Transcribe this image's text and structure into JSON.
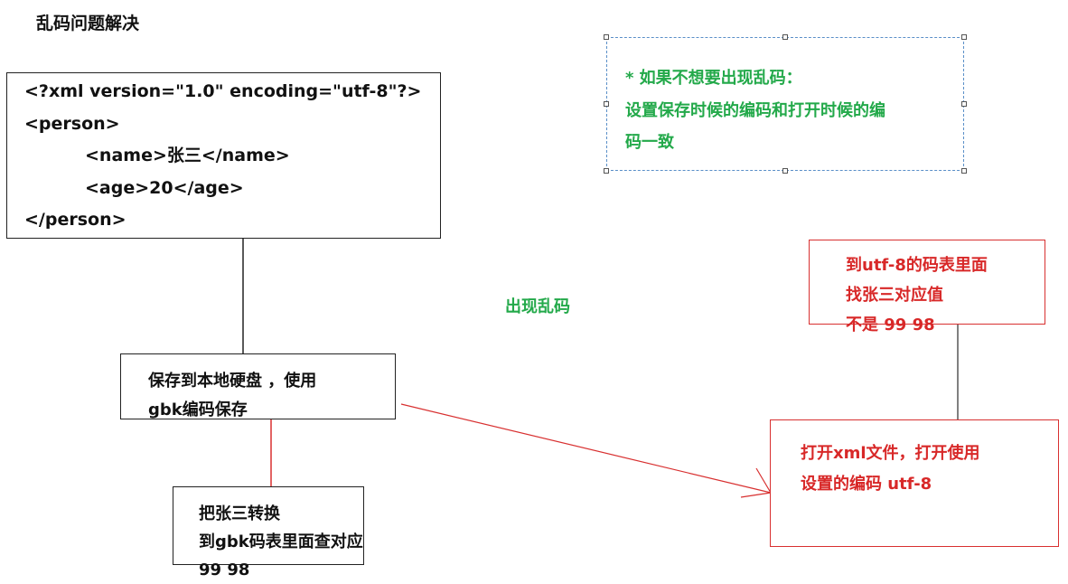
{
  "title": "乱码问题解决",
  "xml_box": {
    "lines": [
      "<?xml version=\"1.0\" encoding=\"utf-8\"?>",
      "<person>",
      "<name>张三</name>",
      "<age>20</age>",
      "</person>"
    ]
  },
  "save_box": {
    "line1": "保存到本地硬盘 ，使用",
    "line2": "gbk编码保存"
  },
  "convert_box": {
    "line1": "把张三转换",
    "line2": "到gbk码表里面查对应",
    "line3": "99 98"
  },
  "garbled_label": "出现乱码",
  "open_box": {
    "line1": "打开xml文件，打开使用",
    "line2": "设置的编码 utf-8"
  },
  "lookup_box": {
    "line1": "到utf-8的码表里面",
    "line2": "找张三对应值",
    "line3": "不是 99 98"
  },
  "note": {
    "line1": "* 如果不想要出现乱码：",
    "line2": "设置保存时候的编码和打开时候的编",
    "line3": "码一致"
  },
  "colors": {
    "black_line": "#222222",
    "red": "#d83030",
    "green": "#23a94a",
    "selection_border": "#5a8fc8"
  }
}
